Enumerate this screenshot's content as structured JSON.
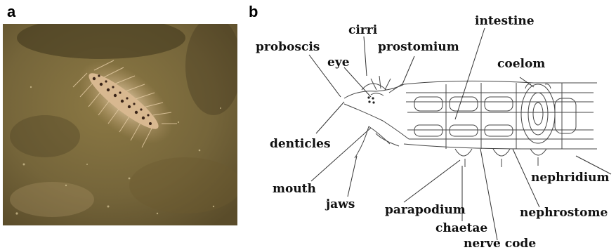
{
  "panels": {
    "a": {
      "letter": "a"
    },
    "b": {
      "letter": "b",
      "labels": {
        "cirri": "cirri",
        "proboscis": "proboscis",
        "prostomium": "prostomium",
        "intestine": "intestine",
        "eye": "eye",
        "coelom": "coelom",
        "denticles": "denticles",
        "mouth": "mouth",
        "jaws": "jaws",
        "nephridium": "nephridium",
        "parapodium": "parapodium",
        "nephrostome": "nephrostome",
        "chaetae": "chaetae",
        "nerve_code": "nerve code"
      }
    }
  },
  "colors": {
    "sediment": "#7d6a3a",
    "sediment_dark": "#4a3f22",
    "worm_body": "#d8b890",
    "worm_spots": "#3a2418",
    "line": "#444444",
    "text": "#111111"
  }
}
